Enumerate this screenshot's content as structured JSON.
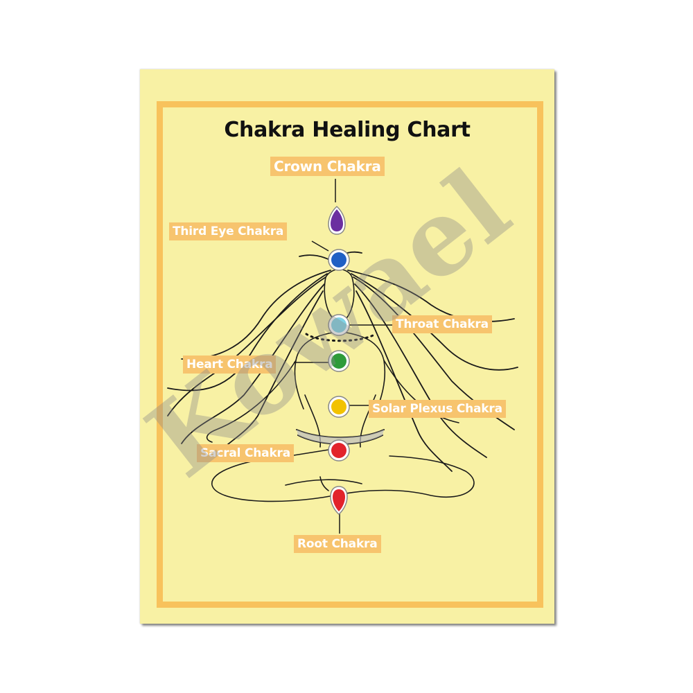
{
  "poster": {
    "title": "Chakra Healing Chart",
    "background_color": "#f8f1a4",
    "frame_color": "#f8c25c",
    "label_color": "#f7c46e"
  },
  "chakras": [
    {
      "name": "Crown Chakra",
      "color": "#6b2fa0",
      "icon": "teardrop-icon"
    },
    {
      "name": "Third Eye Chakra",
      "color": "#1f5fc4",
      "icon": "circle-icon"
    },
    {
      "name": "Throat Chakra",
      "color": "#7fd3e6",
      "icon": "circle-icon"
    },
    {
      "name": "Heart Chakra",
      "color": "#2e9b3a",
      "icon": "circle-icon"
    },
    {
      "name": "Solar Plexus Chakra",
      "color": "#f2c200",
      "icon": "circle-icon"
    },
    {
      "name": "Sacral Chakra",
      "color": "#e2232b",
      "icon": "circle-icon"
    },
    {
      "name": "Root Chakra",
      "color": "#e2232b",
      "icon": "teardrop-icon"
    }
  ],
  "watermark": "Kowael"
}
